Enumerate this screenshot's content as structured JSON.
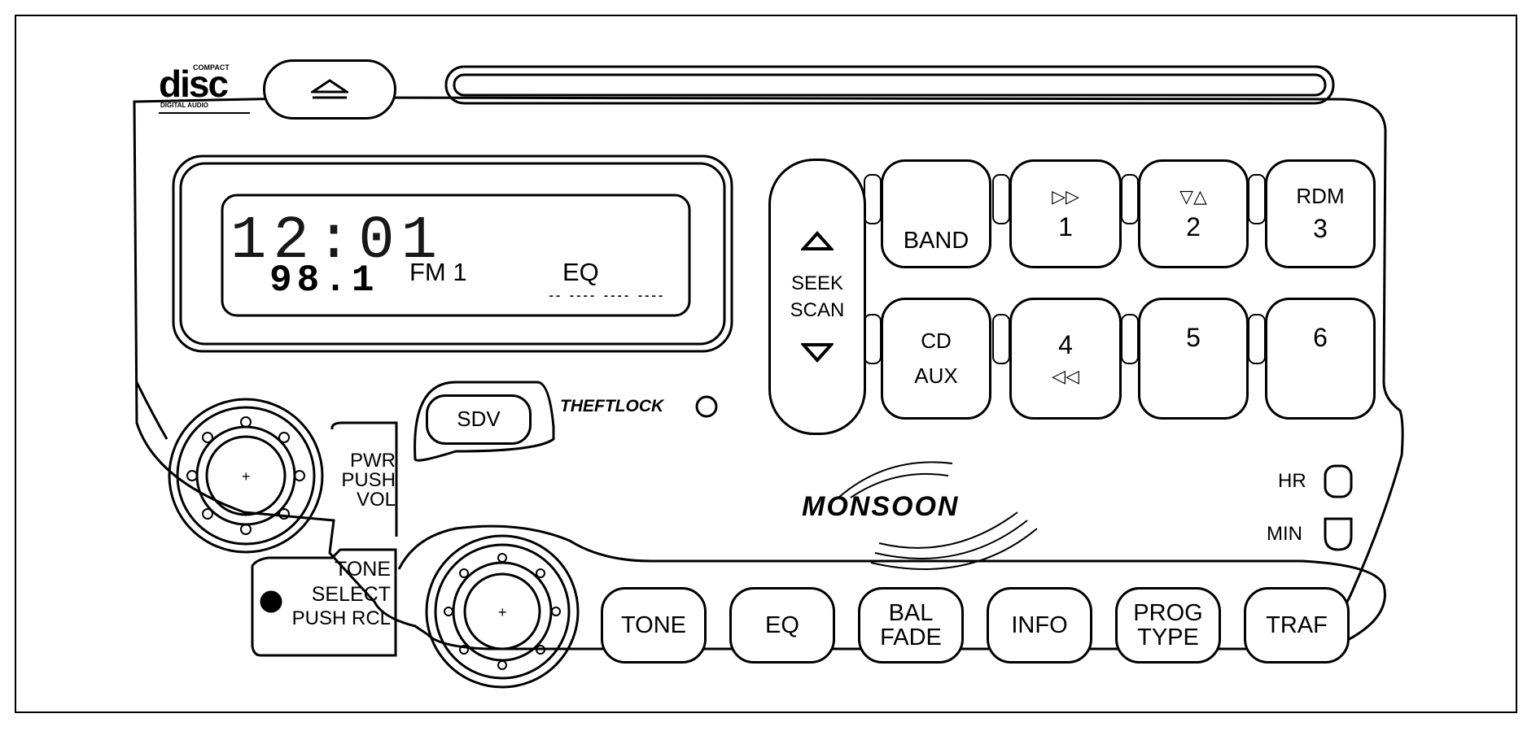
{
  "logo": {
    "disc_text": "disc",
    "compact_text": "COMPACT",
    "digital_audio_text": "DIGITAL AUDIO"
  },
  "eject_icon": "eject-icon",
  "display": {
    "clock_time": "12:01",
    "frequency": "98.1",
    "band_indicator": "FM 1",
    "eq_indicator": "EQ",
    "eq_bars": "-- ---- ---- ----"
  },
  "seek_scan": {
    "line1": "SEEK",
    "line2": "SCAN",
    "up_icon": "triangle-up-icon",
    "down_icon": "triangle-down-icon"
  },
  "presets": {
    "band": "BAND",
    "btn1_icon": "▷▷",
    "btn1_num": "1",
    "btn2_icon": "▽△",
    "btn2_num": "2",
    "btn3_top": "RDM",
    "btn3_num": "3",
    "cd_aux_1": "CD",
    "cd_aux_2": "AUX",
    "btn4_num": "4",
    "btn4_icon": "◁◁",
    "btn5_num": "5",
    "btn6_num": "6"
  },
  "sdv_label": "SDV",
  "theftlock_label": "THEFTLOCK",
  "volume_labels": {
    "line1": "PWR",
    "line2": "PUSH",
    "line3": "VOL"
  },
  "tone_labels": {
    "line1": "TONE",
    "line2": "SELECT",
    "line3": "PUSH RCL"
  },
  "brand": "MONSOON",
  "clock_buttons": {
    "hr": "HR",
    "min": "MIN"
  },
  "bottom_buttons": {
    "tone": "TONE",
    "eq": "EQ",
    "bal": "BAL",
    "fade": "FADE",
    "info": "INFO",
    "prog": "PROG",
    "type": "TYPE",
    "traf": "TRAF"
  }
}
